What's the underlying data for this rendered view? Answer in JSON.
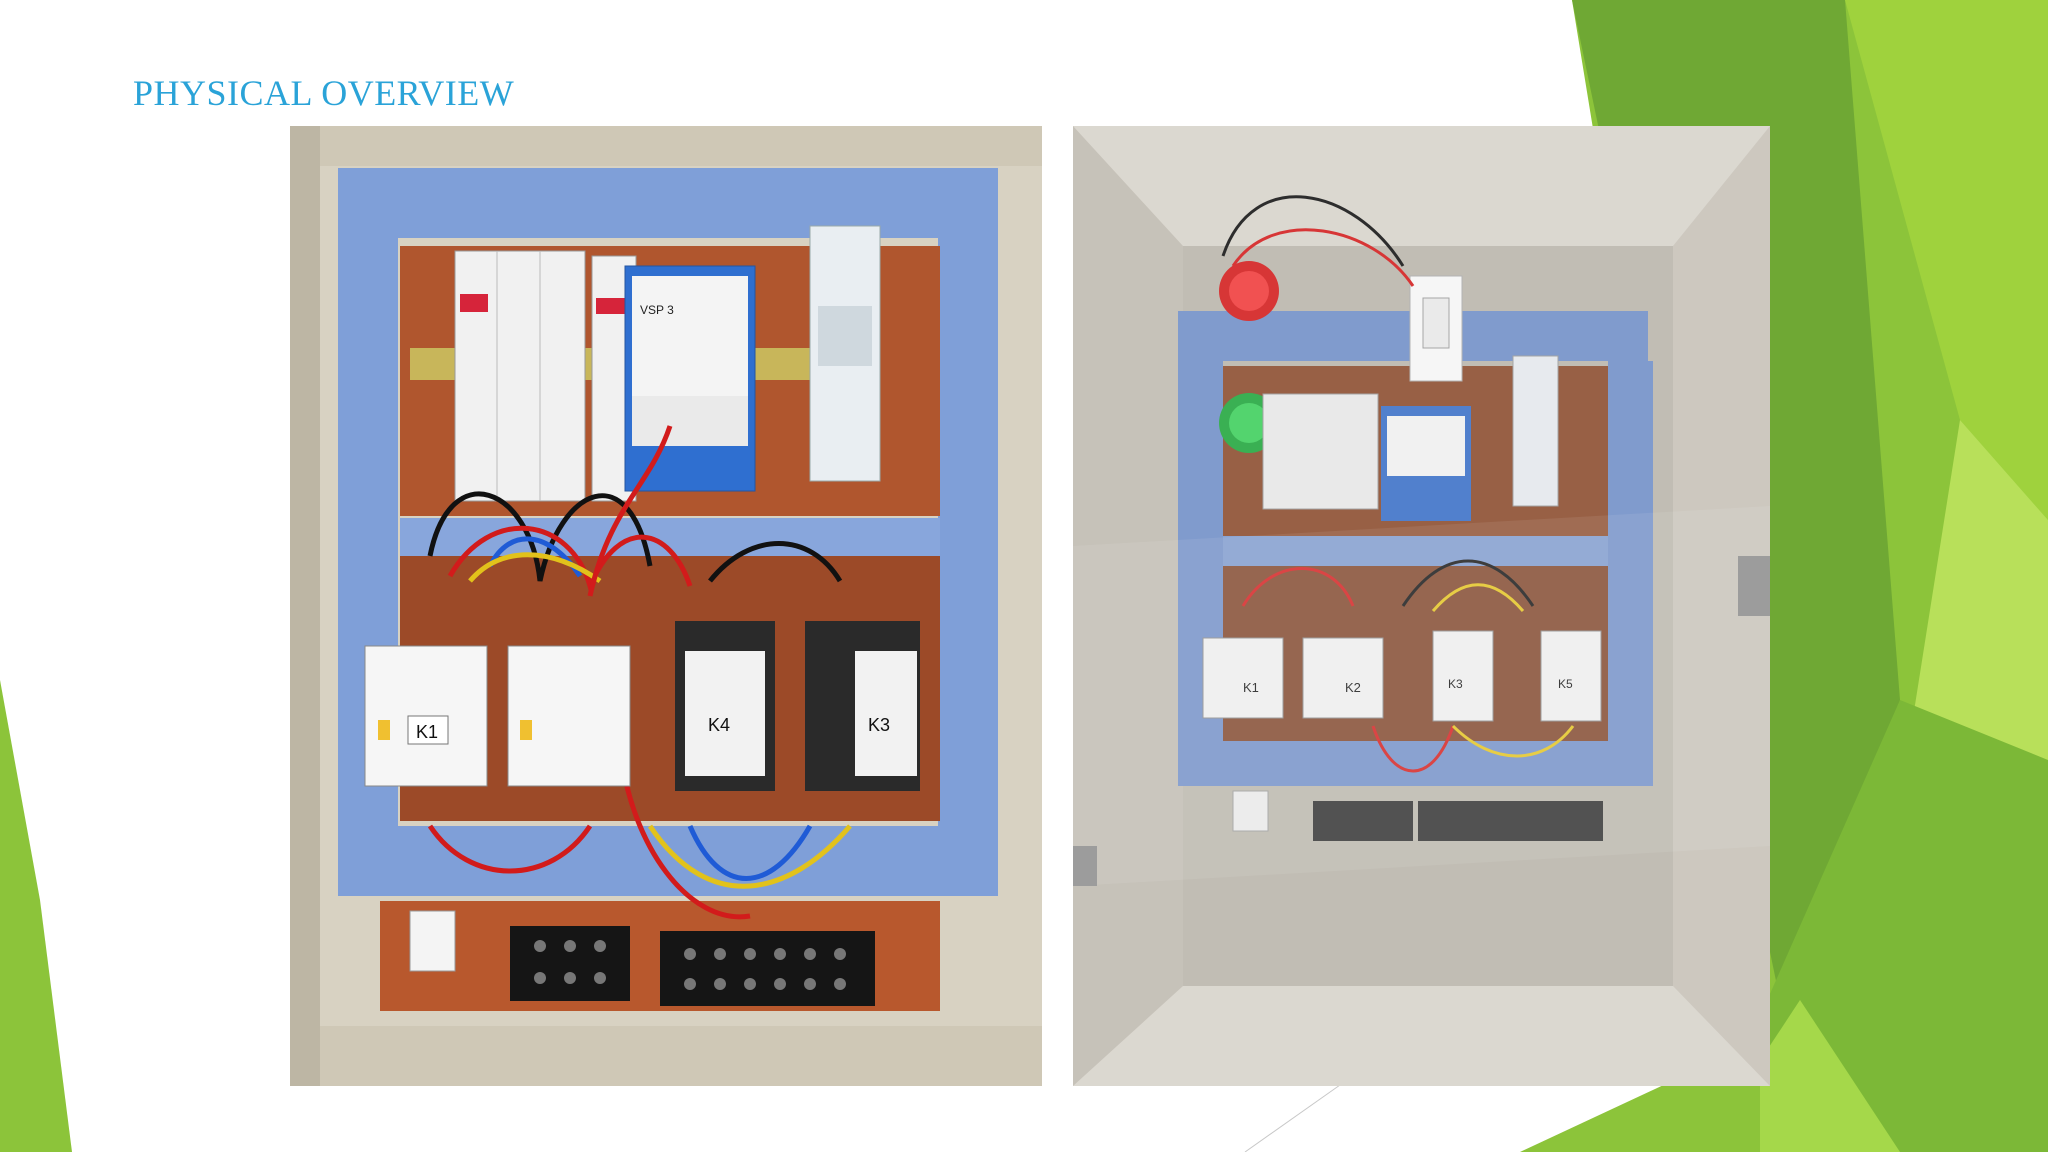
{
  "slide": {
    "title": "PHYSICAL OVERVIEW"
  },
  "photos": {
    "left": {
      "labels": {
        "k1": "K1",
        "k4": "K4",
        "k3": "K3",
        "module": "VSP 3"
      }
    },
    "right": {
      "labels": {
        "k1": "K1",
        "k2": "K2",
        "k3": "K3",
        "k5": "K5"
      }
    }
  },
  "colors": {
    "title": "#2aa3d8",
    "green_dark": "#6fa834",
    "green_light": "#9fcf3c",
    "panel_blue": "#7f9fd8",
    "backplate": "#b0562e"
  }
}
